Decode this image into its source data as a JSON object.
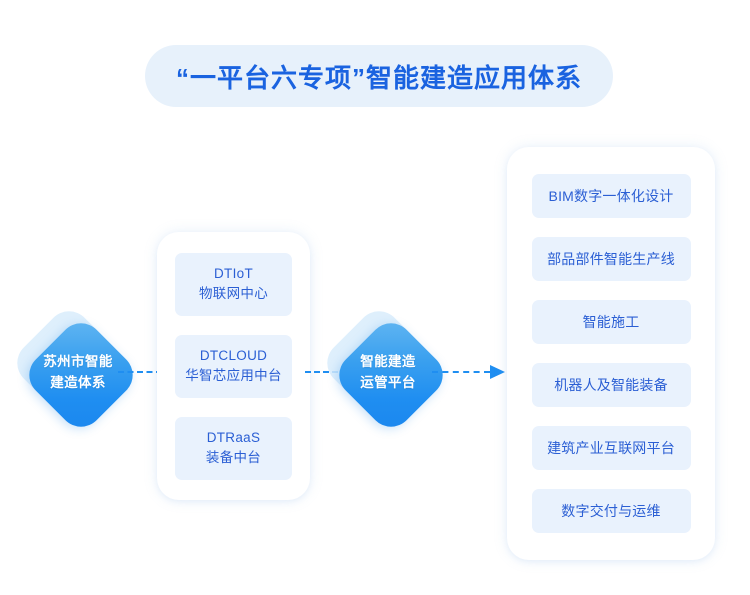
{
  "title": {
    "text": "“一平台六专项”智能建造应用体系",
    "color": "#1a63e0",
    "pill_color": "#e7f1fb"
  },
  "nodes": {
    "source": {
      "line1": "苏州市智能",
      "line2": "建造体系",
      "shape": "diamond"
    },
    "platform": {
      "line1": "智能建造",
      "line2": "运管平台",
      "shape": "diamond"
    }
  },
  "left_panel": {
    "items": [
      {
        "line1": "DTIoT",
        "line2": "物联网中心"
      },
      {
        "line1": "DTCLOUD",
        "line2": "华智芯应用中台"
      },
      {
        "line1": "DTRaaS",
        "line2": "装备中台"
      }
    ]
  },
  "right_panel": {
    "items": [
      {
        "label": "BIM数字一体化设计"
      },
      {
        "label": "部品部件智能生产线"
      },
      {
        "label": "智能施工"
      },
      {
        "label": "机器人及智能装备"
      },
      {
        "label": "建筑产业互联网平台"
      },
      {
        "label": "数字交付与运维"
      }
    ]
  },
  "connectors": {
    "source_to_left": {
      "style": "dashed",
      "arrow": false,
      "color": "#1f8ef1"
    },
    "left_to_platform": {
      "style": "dashed",
      "arrow": false,
      "color": "#1f8ef1"
    },
    "platform_to_right": {
      "style": "dashed",
      "arrow": true,
      "color": "#1f8ef1"
    }
  },
  "palette": {
    "chip_bg": "#e9f2fd",
    "chip_text": "#2b5fd4",
    "node_blue": "#1f8ef1",
    "background": "#ffffff"
  }
}
